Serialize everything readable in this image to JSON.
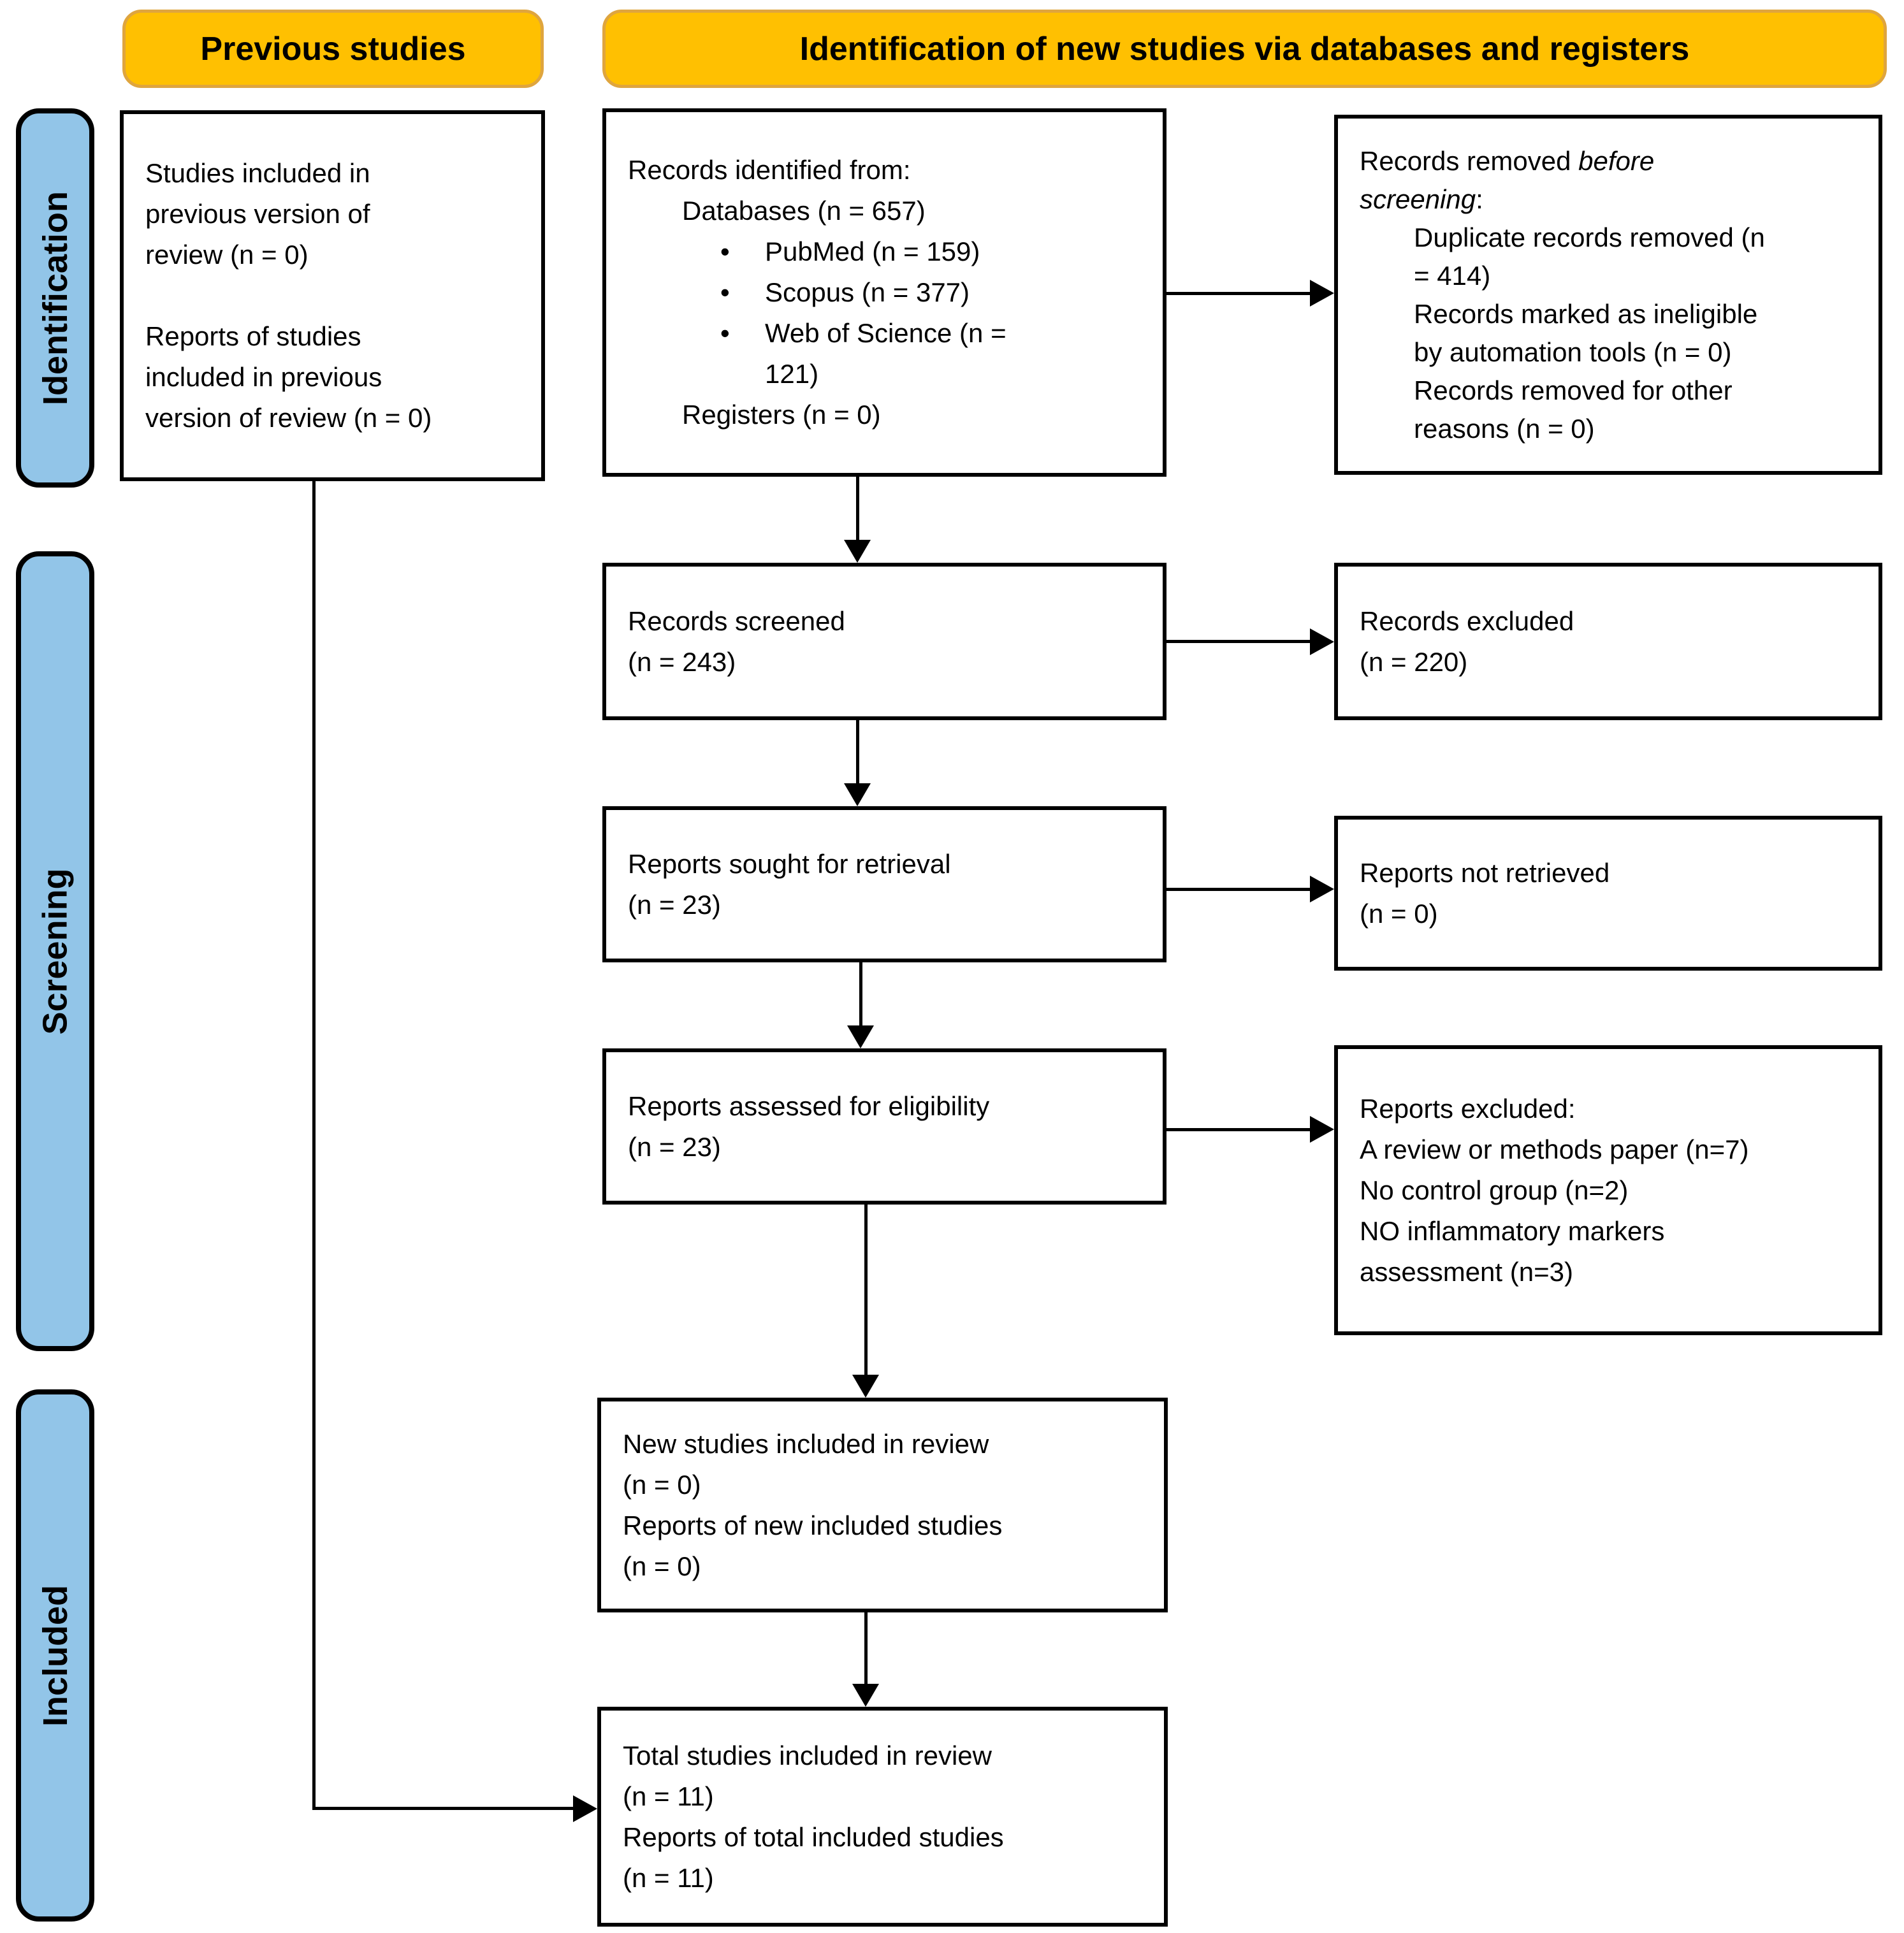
{
  "headers": {
    "previous": "Previous studies",
    "identification": "Identification of new studies via databases and registers"
  },
  "stages": {
    "identification": "Identification",
    "screening": "Screening",
    "included": "Included"
  },
  "bullet": "•",
  "colors": {
    "header_fill": "#FFC001",
    "header_border": "#DFA53E",
    "stage_fill": "#92C5E8",
    "box_border": "#000000"
  },
  "boxes": {
    "previous_studies": {
      "line1": "Studies included in",
      "line2": "previous version of",
      "line3": "review (n = 0)",
      "line4": "Reports of studies",
      "line5": "included in previous",
      "line6": "version of review (n = 0)"
    },
    "records_identified": {
      "line1": "Records identified from:",
      "line2": "Databases (n = 657)",
      "bullet1": "PubMed (n = 159)",
      "bullet2": "Scopus (n = 377)",
      "bullet3": "Web of Science (n =",
      "bullet3_cont": "121)",
      "line3": "Registers (n = 0)"
    },
    "records_removed": {
      "l1_plain": "Records removed ",
      "l1_italic": "before",
      "l2_italic": "screening",
      "l2_plain": ":",
      "l3": "Duplicate records removed (n",
      "l4": "= 414)",
      "l5": "Records marked as ineligible",
      "l6": "by automation tools (n = 0)",
      "l7": "Records removed for other",
      "l8": "reasons (n = 0)"
    },
    "records_screened": {
      "line1": "Records screened",
      "line2": "(n = 243)"
    },
    "records_excluded": {
      "line1": "Records excluded",
      "line2": "(n = 220)"
    },
    "reports_sought": {
      "line1": "Reports sought for retrieval",
      "line2": "(n = 23)"
    },
    "reports_not_retrieved": {
      "line1": "Reports not retrieved",
      "line2": "(n = 0)"
    },
    "reports_assessed": {
      "line1": "Reports assessed for eligibility",
      "line2": "(n = 23)"
    },
    "reports_excluded": {
      "line1": "Reports excluded:",
      "line2": "A review or methods paper (n=7)",
      "line3": "No control group (n=2)",
      "line4": "NO inflammatory markers",
      "line5": "assessment (n=3)"
    },
    "new_studies": {
      "line1": "New studies included in review",
      "line2": "(n = 0)",
      "line3": "Reports of new included studies",
      "line4": "(n = 0)"
    },
    "total_studies": {
      "line1": "Total studies included in review",
      "line2": "(n = 11)",
      "line3": "Reports of total included studies",
      "line4": "(n = 11)"
    }
  }
}
